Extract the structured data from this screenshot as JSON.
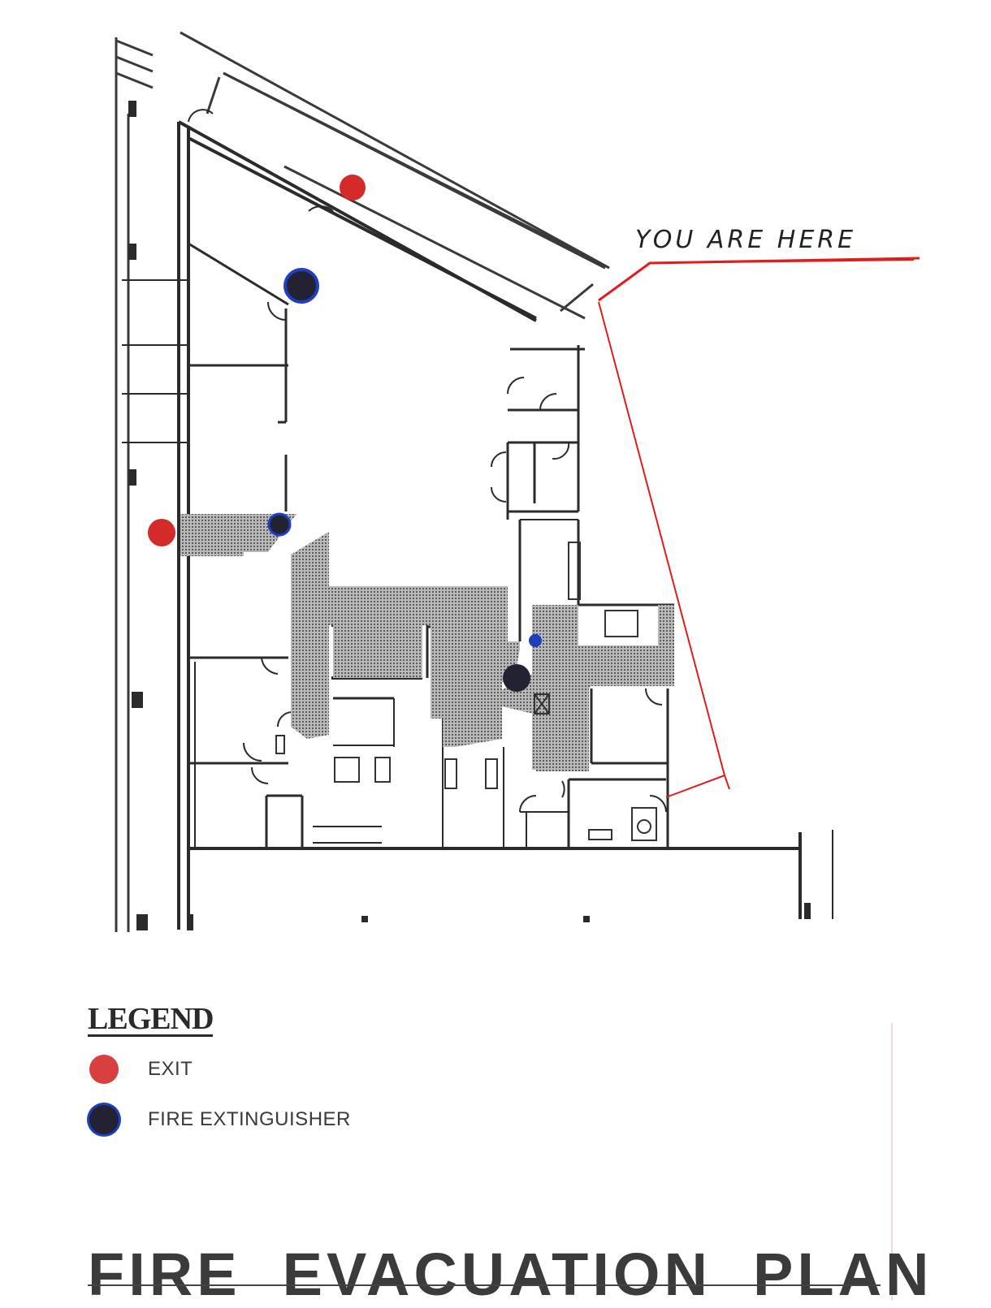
{
  "annotation": {
    "you_are_here": "YOU ARE HERE"
  },
  "legend": {
    "title": "LEGEND",
    "items": [
      {
        "label": "EXIT",
        "color": "#d42a2a",
        "icon": "exit-marker-icon"
      },
      {
        "label": "FIRE EXTINGUISHER",
        "color": "#1f3fbf",
        "icon": "fire-extinguisher-marker-icon"
      }
    ]
  },
  "title": "FIRE  EVACUATION  PLAN",
  "colors": {
    "exit": "#d42a2a",
    "extinguisher_fill": "#222233",
    "extinguisher_ring": "#1f3fbf",
    "route": "#e21b1b",
    "walls": "#2b2b2b",
    "hatch": "#8c8c8c"
  }
}
